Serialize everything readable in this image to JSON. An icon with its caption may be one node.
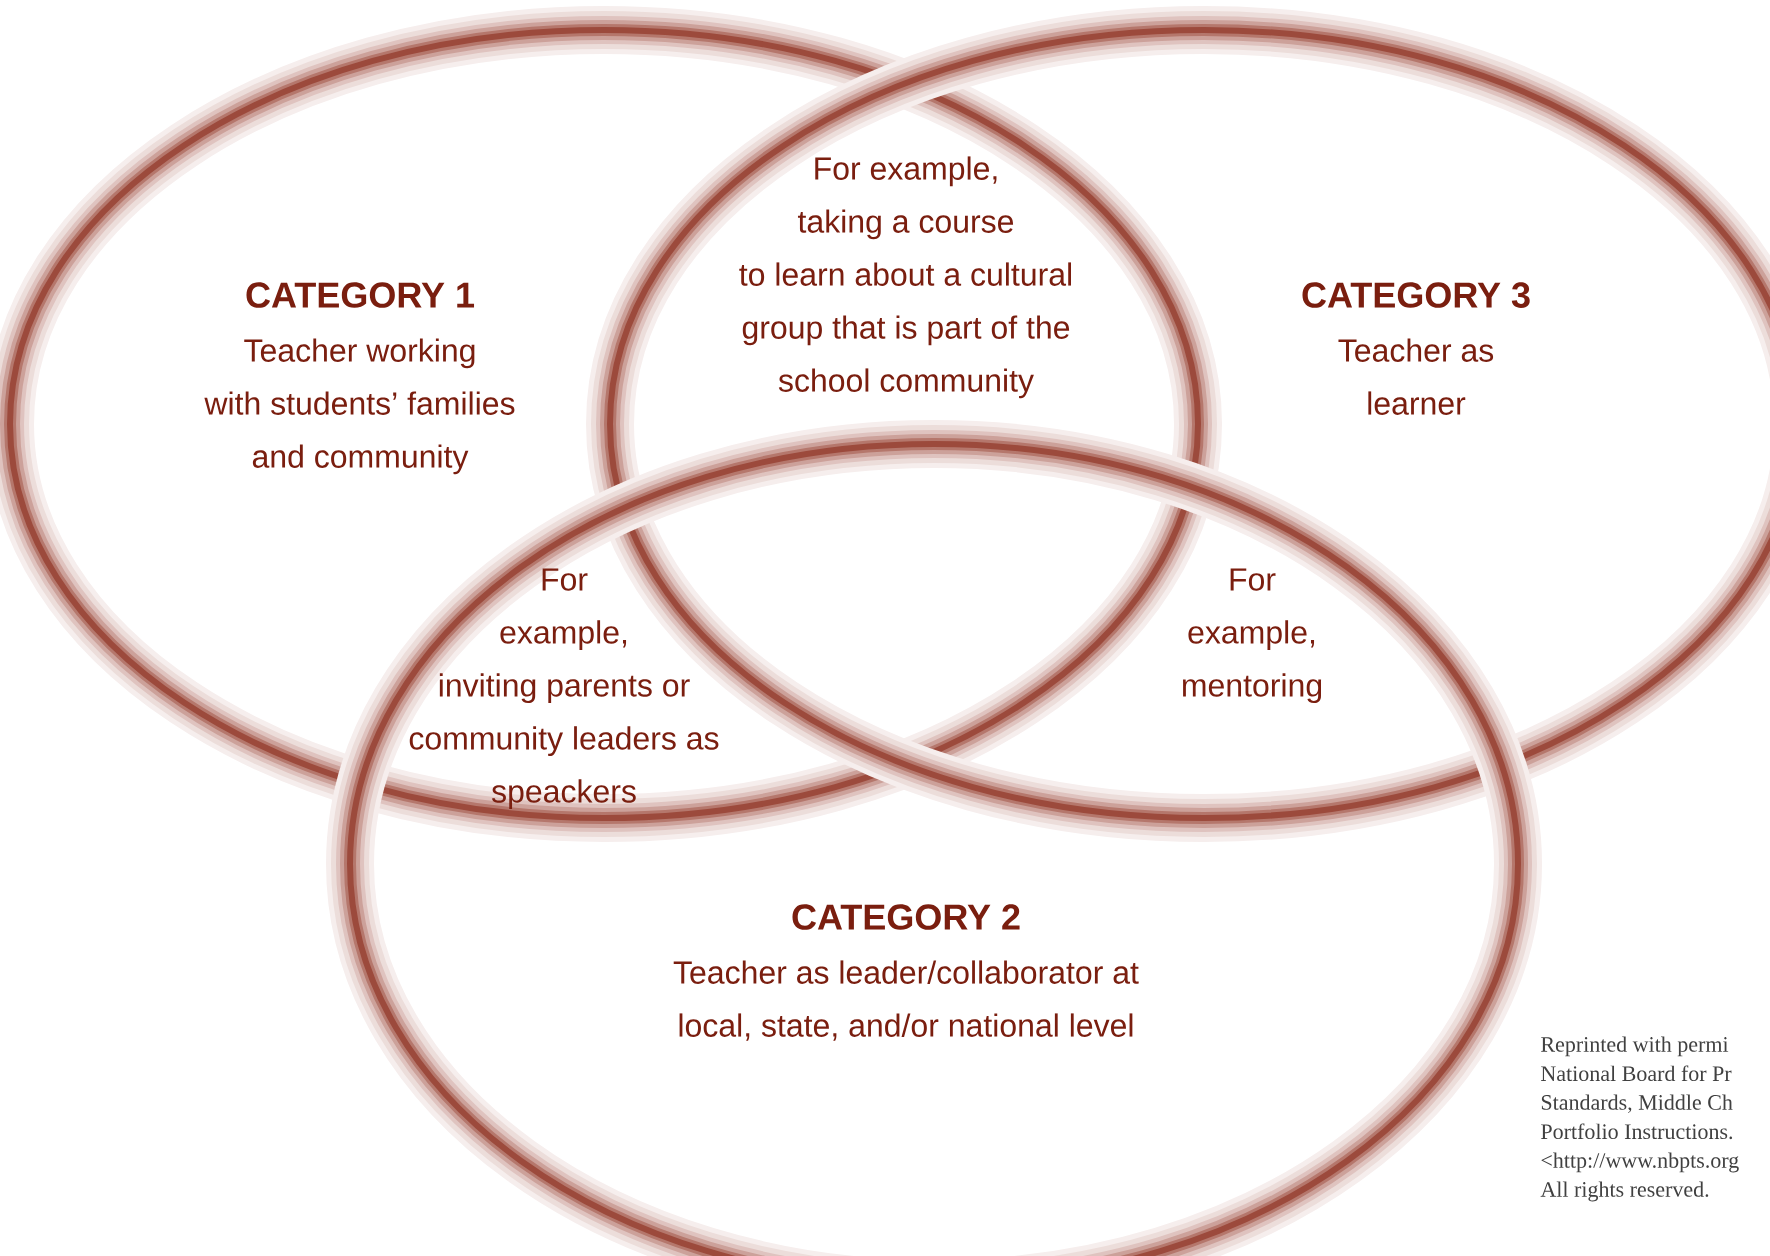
{
  "diagram": {
    "nodes": [
      {
        "text": [
          "CATEGORY 1",
          "Teacher working with students’ families and community"
        ]
      },
      {
        "text": [
          "CATEGORY 3",
          "Teacher as learner"
        ]
      },
      {
        "text": [
          "CATEGORY 2",
          "Teacher as leader/collaborator at local, state, and/or national level"
        ]
      }
    ],
    "labels": [
      "For example, taking a course to learn about a cultural group that is part of the school community",
      "For example, inviting parents or community leaders as speackers",
      "For example, mentoring",
      "Reprinted with permi",
      "National Board for Pr",
      "Standards, Middle Ch",
      "Portfolio Instructions.",
      "<http://www.nbpts.org",
      "All rights reserved."
    ]
  }
}
